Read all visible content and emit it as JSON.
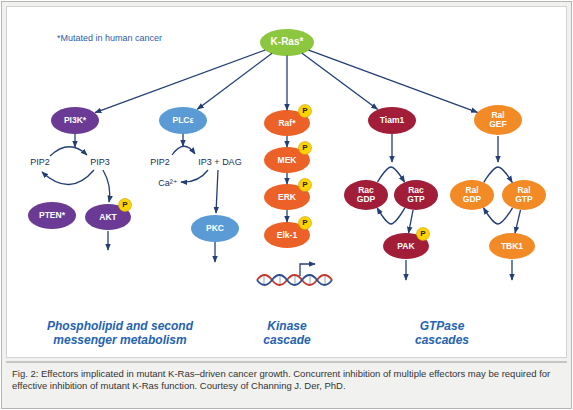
{
  "diagram": {
    "caption": "Fig. 2: Effectors implicated in mutant K-Ras–driven cancer growth. Concurrent inhibition of multiple effectors may be required for effective inhibition of mutant K-Ras function. Courtesy of Channing J. Der, PhD.",
    "nodes": [
      {
        "text": [
          "K-Ras*"
        ]
      },
      {
        "text": [
          "PI3K*"
        ]
      },
      {
        "text": [
          "PLCε"
        ]
      },
      {
        "text": [
          "Raf*"
        ]
      },
      {
        "text": [
          "P"
        ]
      },
      {
        "text": [
          "Tiam1"
        ]
      },
      {
        "text": [
          "Ral GEF"
        ]
      },
      {
        "text": [
          "MEK"
        ]
      },
      {
        "text": [
          "P"
        ]
      },
      {
        "text": [
          "Rac GDP"
        ]
      },
      {
        "text": [
          "Rac GTP"
        ]
      },
      {
        "text": [
          "Ral GDP"
        ]
      },
      {
        "text": [
          "Ral GTP"
        ]
      },
      {
        "text": [
          "ERK"
        ]
      },
      {
        "text": [
          "P"
        ]
      },
      {
        "text": [
          "PTEN*"
        ]
      },
      {
        "text": [
          "AKT"
        ]
      },
      {
        "text": [
          "P"
        ]
      },
      {
        "text": [
          "PKC"
        ]
      },
      {
        "text": [
          "Elk-1"
        ]
      },
      {
        "text": [
          "P"
        ]
      },
      {
        "text": [
          "PAK"
        ]
      },
      {
        "text": [
          "P"
        ]
      },
      {
        "text": [
          "TBK1"
        ]
      }
    ],
    "edges": [
      {
        "from": 0,
        "to": 1,
        "arrow": "to"
      },
      {
        "from": 0,
        "to": 2,
        "arrow": "to"
      },
      {
        "from": 0,
        "to": 3,
        "arrow": "to"
      },
      {
        "from": 0,
        "to": 5,
        "arrow": "to"
      },
      {
        "from": 0,
        "to": 6,
        "arrow": "to"
      },
      {
        "from": 3,
        "to": 7,
        "arrow": "to"
      },
      {
        "from": 7,
        "to": 13,
        "arrow": "to"
      },
      {
        "from": 13,
        "to": 19,
        "arrow": "to"
      },
      {
        "from": 9,
        "to": 10,
        "arrow": "to"
      },
      {
        "from": 10,
        "to": 9,
        "arrow": "to"
      },
      {
        "from": 10,
        "to": 21,
        "arrow": "to"
      },
      {
        "from": 11,
        "to": 12,
        "arrow": "to"
      },
      {
        "from": 12,
        "to": 11,
        "arrow": "to"
      },
      {
        "from": 12,
        "to": 23,
        "arrow": "to"
      }
    ],
    "labels": [
      "*Mutated in human cancer",
      "PIP2",
      "PIP3",
      "PIP2",
      "IP3 + DAG",
      "Ca²⁺",
      "Phospholipid and second messenger metabolism",
      "Kinase cascade",
      "GTPase cascades"
    ]
  }
}
